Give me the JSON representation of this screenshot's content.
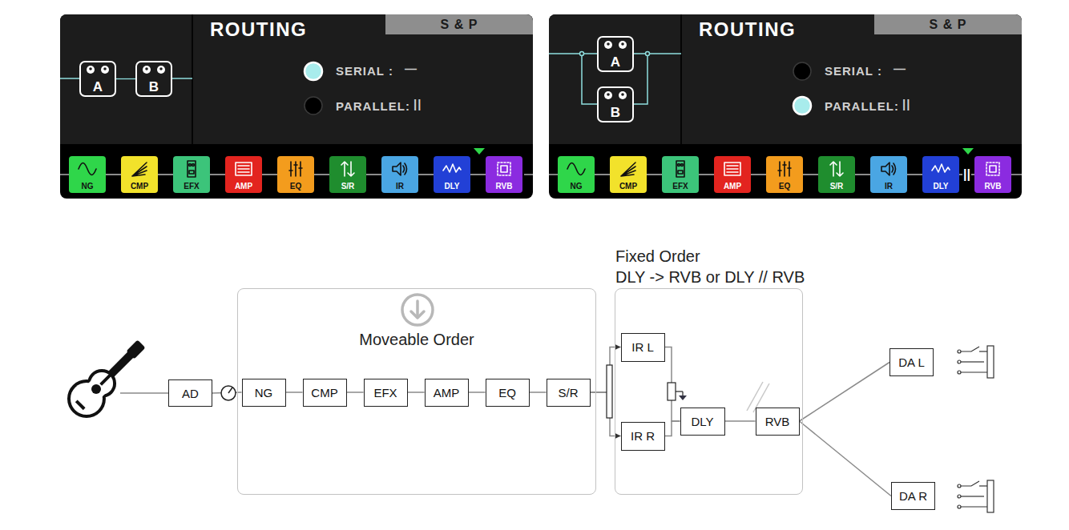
{
  "diagram": {
    "nodes": [
      {
        "text": [
          "ROUTING"
        ]
      },
      {
        "text": [
          "S & P"
        ],
        "in": 0
      },
      {
        "text": [
          "A"
        ],
        "in": 0
      },
      {
        "text": [
          "B"
        ],
        "in": 0
      },
      {
        "text": [
          "NG"
        ],
        "in": 0
      },
      {
        "text": [
          "CMP"
        ],
        "in": 0
      },
      {
        "text": [
          "EFX"
        ],
        "in": 0
      },
      {
        "text": [
          "AMP"
        ],
        "in": 0
      },
      {
        "text": [
          "EQ"
        ],
        "in": 0
      },
      {
        "text": [
          "S/R"
        ],
        "in": 0
      },
      {
        "text": [
          "IR"
        ],
        "in": 0
      },
      {
        "text": [
          "DLY"
        ],
        "in": 0
      },
      {
        "text": [
          "RVB"
        ],
        "in": 0
      },
      {
        "text": [
          "ROUTING"
        ]
      },
      {
        "text": [
          "S & P"
        ],
        "in": 13
      },
      {
        "text": [
          "A"
        ],
        "in": 13
      },
      {
        "text": [
          "B"
        ],
        "in": 13
      },
      {
        "text": [
          "NG"
        ],
        "in": 13
      },
      {
        "text": [
          "CMP"
        ],
        "in": 13
      },
      {
        "text": [
          "EFX"
        ],
        "in": 13
      },
      {
        "text": [
          "AMP"
        ],
        "in": 13
      },
      {
        "text": [
          "EQ"
        ],
        "in": 13
      },
      {
        "text": [
          "S/R"
        ],
        "in": 13
      },
      {
        "text": [
          "IR"
        ],
        "in": 13
      },
      {
        "text": [
          "DLY"
        ],
        "in": 13
      },
      {
        "text": [
          "RVB"
        ],
        "in": 13
      },
      {
        "text": [
          "AD"
        ]
      },
      {
        "text": [
          "Moveable Order"
        ]
      },
      {
        "text": [
          "NG"
        ],
        "in": 27
      },
      {
        "text": [
          "CMP"
        ],
        "in": 27
      },
      {
        "text": [
          "EFX"
        ],
        "in": 27
      },
      {
        "text": [
          "AMP"
        ],
        "in": 27
      },
      {
        "text": [
          "EQ"
        ],
        "in": 27
      },
      {
        "text": [
          "S/R"
        ],
        "in": 27
      },
      {
        "text": [
          "Fixed Order",
          "DLY -> RVB or DLY // RVB"
        ]
      },
      {
        "text": [
          "IR L"
        ],
        "in": 34
      },
      {
        "text": [
          "IR R"
        ],
        "in": 34
      },
      {
        "text": [
          "DLY"
        ],
        "in": 34
      },
      {
        "text": [
          "RVB"
        ],
        "in": 34
      },
      {
        "text": [
          "DA L"
        ]
      },
      {
        "text": [
          "DA R"
        ]
      }
    ],
    "edges": [
      {
        "from": 4,
        "to": 5,
        "arrow": "none"
      },
      {
        "from": 5,
        "to": 6,
        "arrow": "none"
      },
      {
        "from": 6,
        "to": 7,
        "arrow": "none"
      },
      {
        "from": 7,
        "to": 8,
        "arrow": "none"
      },
      {
        "from": 8,
        "to": 9,
        "arrow": "none"
      },
      {
        "from": 9,
        "to": 10,
        "arrow": "none"
      },
      {
        "from": 10,
        "to": 11,
        "arrow": "none"
      },
      {
        "from": 11,
        "to": 12,
        "arrow": "none"
      },
      {
        "from": 2,
        "to": 3,
        "arrow": "none"
      },
      {
        "from": 17,
        "to": 18,
        "arrow": "none"
      },
      {
        "from": 18,
        "to": 19,
        "arrow": "none"
      },
      {
        "from": 19,
        "to": 20,
        "arrow": "none"
      },
      {
        "from": 20,
        "to": 21,
        "arrow": "none"
      },
      {
        "from": 21,
        "to": 22,
        "arrow": "none"
      },
      {
        "from": 22,
        "to": 23,
        "arrow": "none"
      },
      {
        "from": 23,
        "to": 24,
        "arrow": "none"
      },
      {
        "from": 24,
        "to": 25,
        "arrow": "none",
        "label": "||"
      },
      {
        "from": 26,
        "to": 28,
        "arrow": "none"
      },
      {
        "from": 28,
        "to": 29,
        "arrow": "none"
      },
      {
        "from": 29,
        "to": 30,
        "arrow": "none"
      },
      {
        "from": 30,
        "to": 31,
        "arrow": "none"
      },
      {
        "from": 31,
        "to": 32,
        "arrow": "none"
      },
      {
        "from": 32,
        "to": 33,
        "arrow": "none"
      },
      {
        "from": 33,
        "to": 35,
        "arrow": "to"
      },
      {
        "from": 33,
        "to": 36,
        "arrow": "to"
      },
      {
        "from": 35,
        "to": 37,
        "arrow": "none"
      },
      {
        "from": 36,
        "to": 37,
        "arrow": "none"
      },
      {
        "from": 37,
        "to": 38,
        "arrow": "none"
      },
      {
        "from": 38,
        "to": 39,
        "arrow": "none"
      },
      {
        "from": 38,
        "to": 40,
        "arrow": "none"
      }
    ],
    "labels": [
      "SERIAL :",
      "—",
      "PARALLEL:",
      "||",
      "SERIAL :",
      "—",
      "PARALLEL:",
      "||"
    ]
  }
}
